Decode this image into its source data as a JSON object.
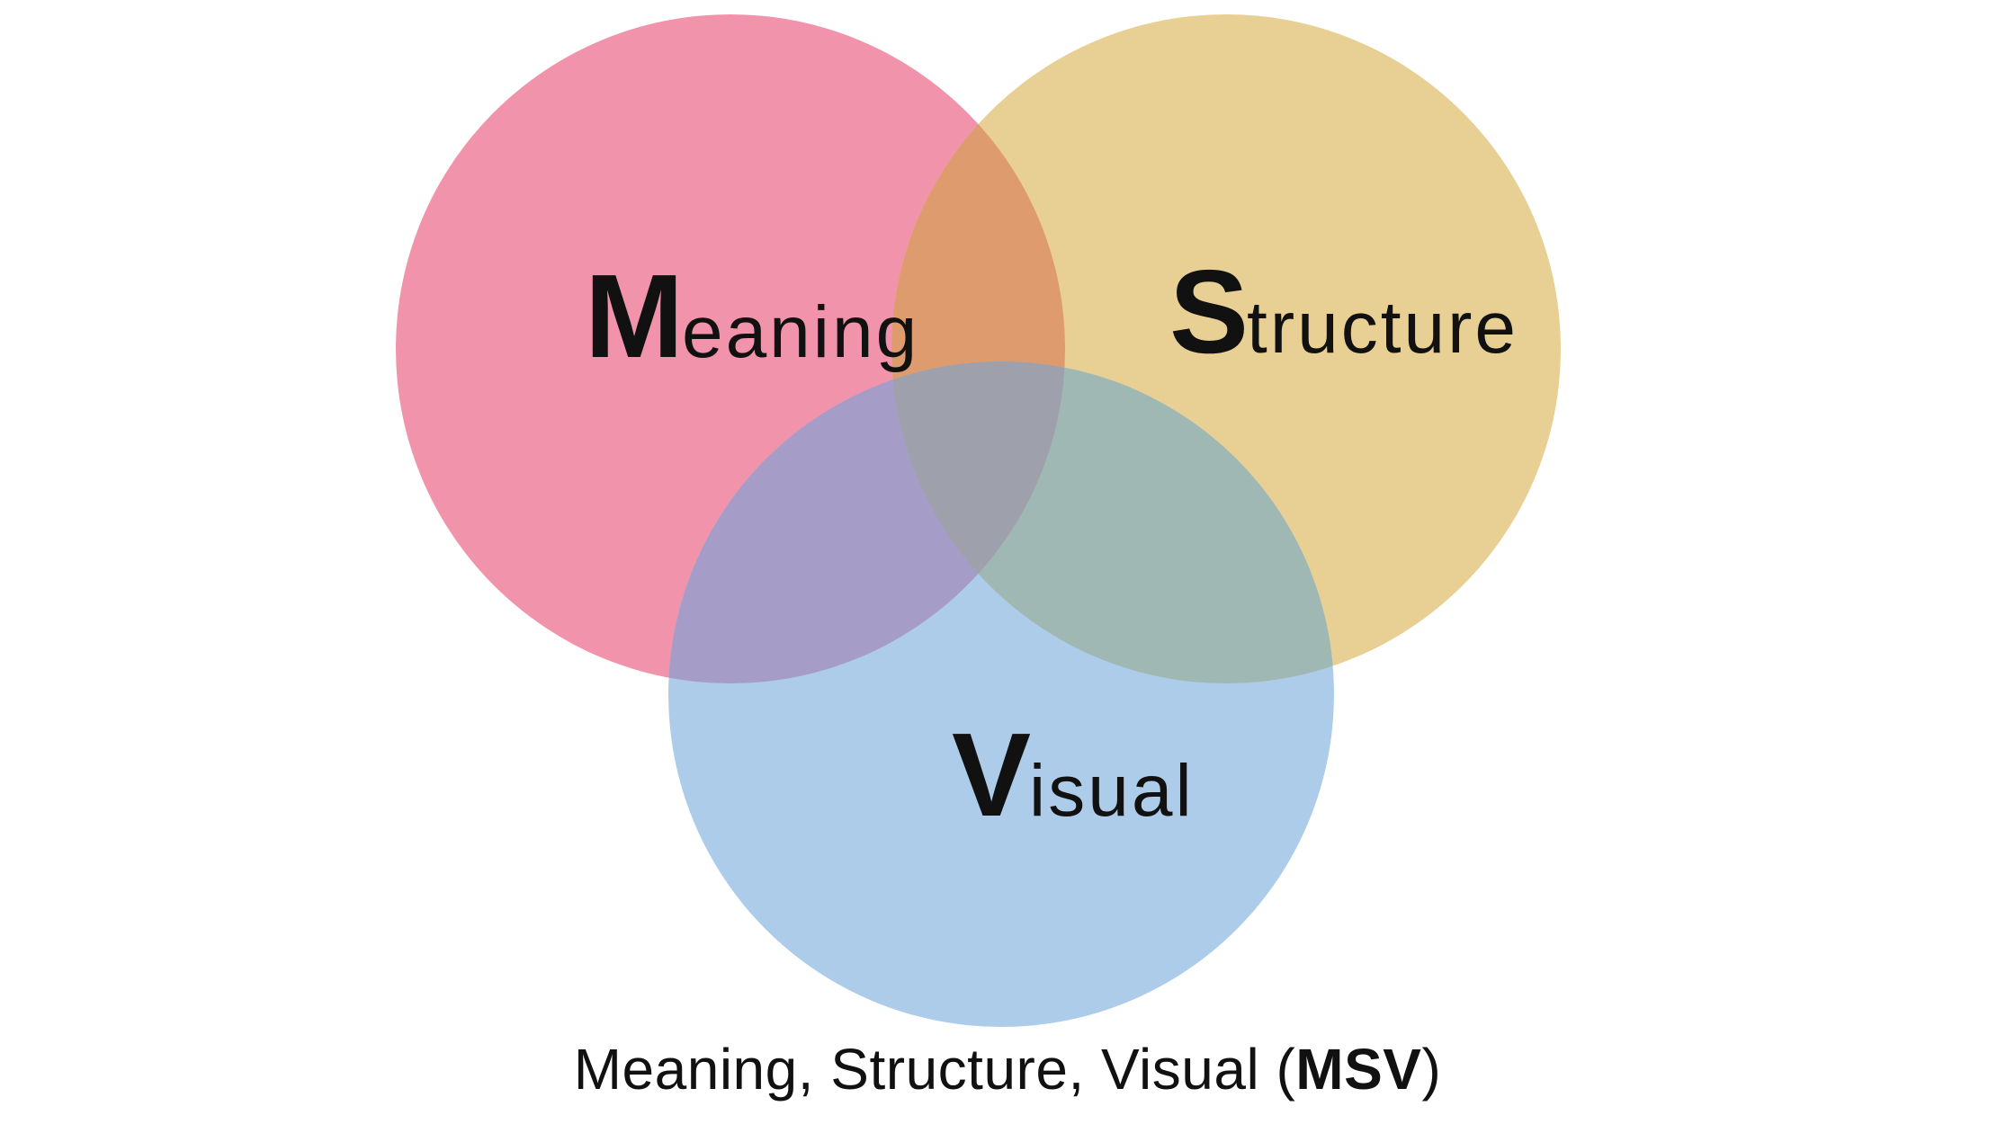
{
  "diagram": {
    "background": "#ffffff",
    "circles": [
      {
        "id": "meaning",
        "initial": "M",
        "rest": "eaning",
        "color": "#F193AA"
      },
      {
        "id": "structure",
        "initial": "S",
        "rest": "tructure",
        "color": "#E8CF93"
      },
      {
        "id": "visual",
        "initial": "V",
        "rest": "isual",
        "color": "#ADCCE9"
      }
    ],
    "overlaps": {
      "meaning_structure": "#DE9C6E",
      "meaning_visual": "#A69CC8",
      "structure_visual": "#9FB8B4",
      "center": "#9EA0AB"
    },
    "caption": {
      "prefix": "Meaning, Structure, Visual (",
      "bold": "MSV",
      "suffix": ")"
    }
  }
}
